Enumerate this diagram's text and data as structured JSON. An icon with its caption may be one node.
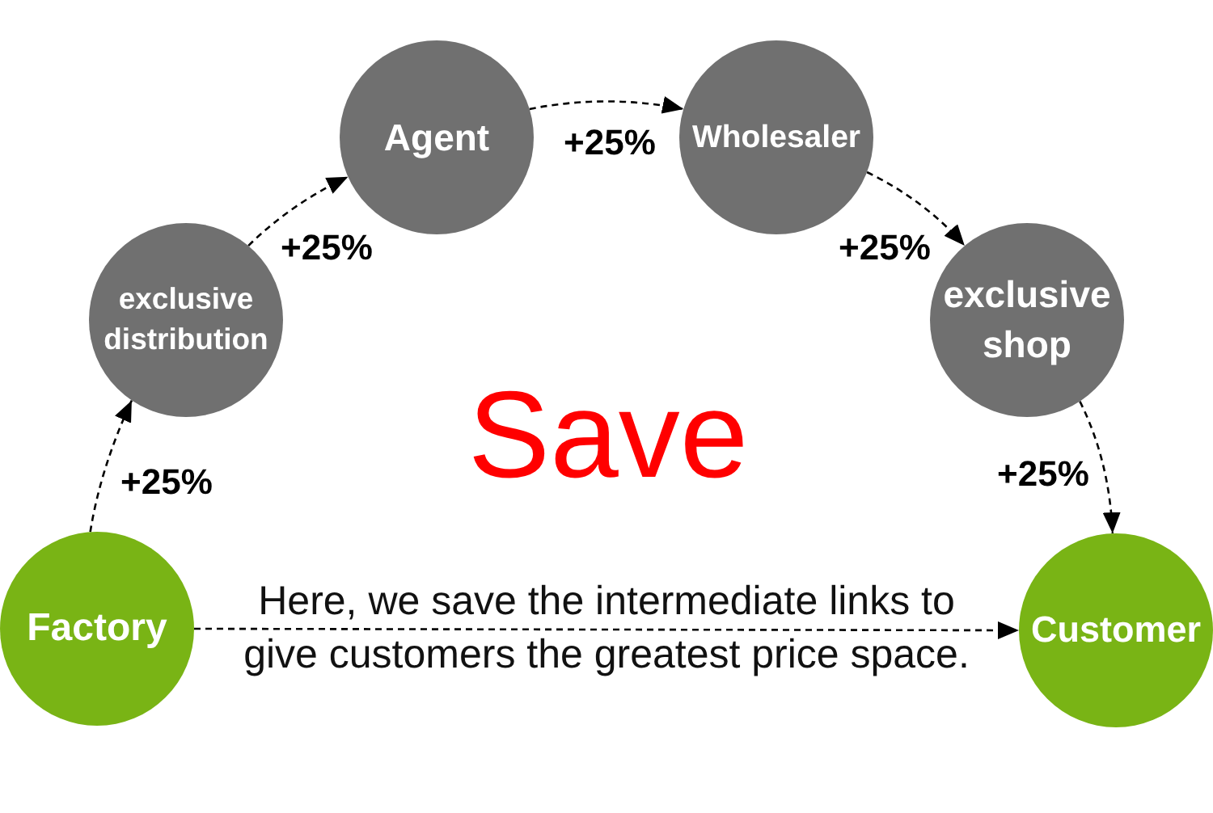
{
  "diagram": {
    "nodes": [
      {
        "text": [
          "Factory"
        ]
      },
      {
        "text": [
          "exclusive distribution"
        ]
      },
      {
        "text": [
          "Agent"
        ]
      },
      {
        "text": [
          "Wholesaler"
        ]
      },
      {
        "text": [
          "exclusive shop"
        ]
      },
      {
        "text": [
          "Customer"
        ]
      }
    ],
    "edges": [
      {
        "from": 0,
        "to": 1,
        "arrow": "to",
        "label": "+25%",
        "style": "dashed"
      },
      {
        "from": 1,
        "to": 2,
        "arrow": "to",
        "label": "+25%",
        "style": "dashed"
      },
      {
        "from": 2,
        "to": 3,
        "arrow": "to",
        "label": "+25%",
        "style": "dashed"
      },
      {
        "from": 3,
        "to": 4,
        "arrow": "to",
        "label": "+25%",
        "style": "dashed"
      },
      {
        "from": 4,
        "to": 5,
        "arrow": "to",
        "label": "+25%",
        "style": "dashed"
      },
      {
        "from": 0,
        "to": 5,
        "arrow": "to",
        "label": "Here, we save the intermediate links to give customers the greatest price space.",
        "style": "dashed"
      }
    ],
    "labels": [
      "Save"
    ]
  }
}
